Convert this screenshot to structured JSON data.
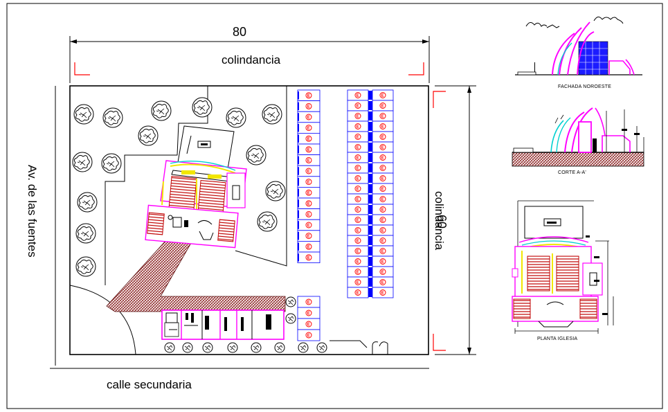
{
  "dimensions": {
    "width_value": "80",
    "height_value": "60"
  },
  "labels": {
    "top_boundary": "colindancia",
    "right_boundary": "colindancia",
    "left_street": "Av. de las fuentes",
    "bottom_street": "calle secundaria"
  },
  "details": {
    "facade_title": "FACHADA NOROESTE",
    "section_title": "CORTE A-A'",
    "plan_title": "PLANTA IGLESIA"
  },
  "parking": {
    "left_column_stalls": 16,
    "right_double_rows": 20,
    "small_block_stalls": 4
  },
  "colors": {
    "ink": "#000000",
    "magenta": "#ff00ff",
    "blue": "#0000ff",
    "red": "#ff0000",
    "yellow": "#f2e600",
    "cyan": "#00d0d0",
    "green": "#00b000",
    "hatch": "#8a2020"
  }
}
